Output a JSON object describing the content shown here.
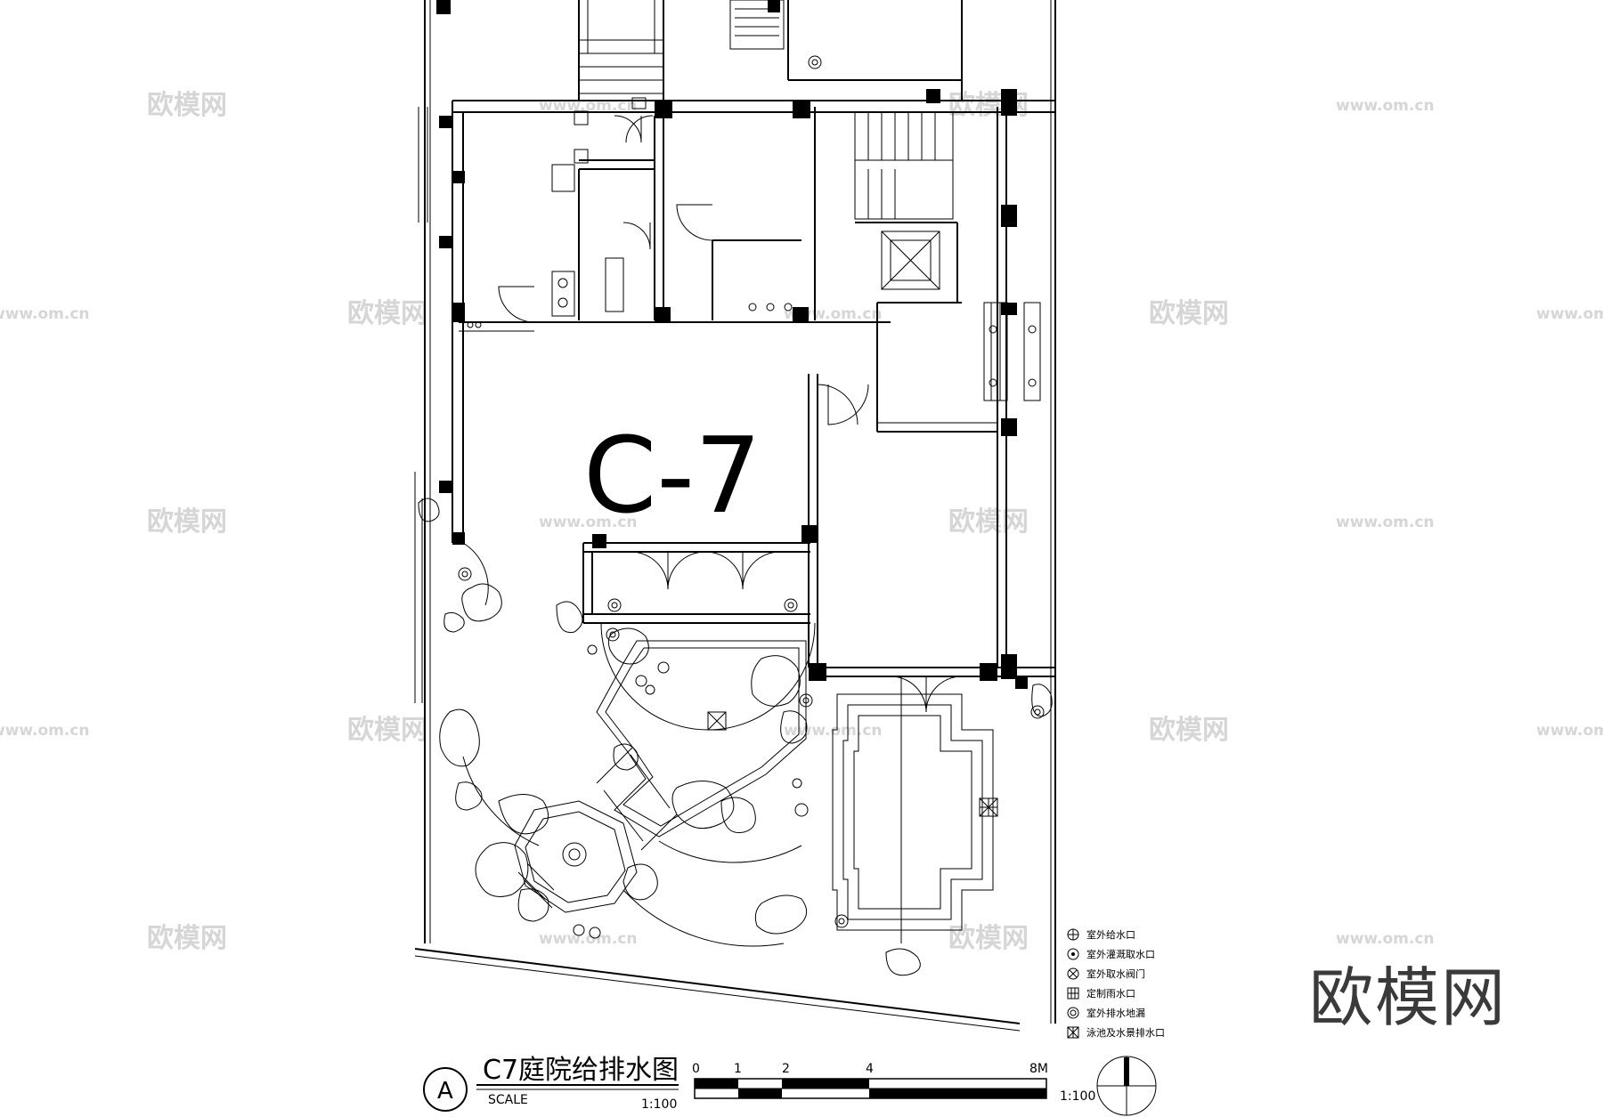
{
  "room_label": "C-7",
  "watermark": {
    "brand": "欧模网",
    "url": "www.om.cn",
    "corner_text": "欧模网"
  },
  "legend": [
    {
      "icon": "water-supply-icon",
      "text": "室外给水口"
    },
    {
      "icon": "irrigation-outlet-icon",
      "text": "室外灌溉取水口"
    },
    {
      "icon": "valve-icon",
      "text": "室外取水阀门"
    },
    {
      "icon": "rain-grate-icon",
      "text": "定制雨水口"
    },
    {
      "icon": "floor-drain-icon",
      "text": "室外排水地漏"
    },
    {
      "icon": "pool-drain-icon",
      "text": "泳池及水景排水口"
    }
  ],
  "title_block": {
    "marker": "A",
    "title": "C7庭院给排水图",
    "scale_word": "SCALE",
    "scale": "1:100"
  },
  "scale_bar": {
    "ticks": [
      "0",
      "1",
      "2",
      "4",
      "8M"
    ],
    "ratio": "1:100"
  },
  "colors": {
    "ink": "#000000",
    "watermark": "#d6d6d6"
  }
}
